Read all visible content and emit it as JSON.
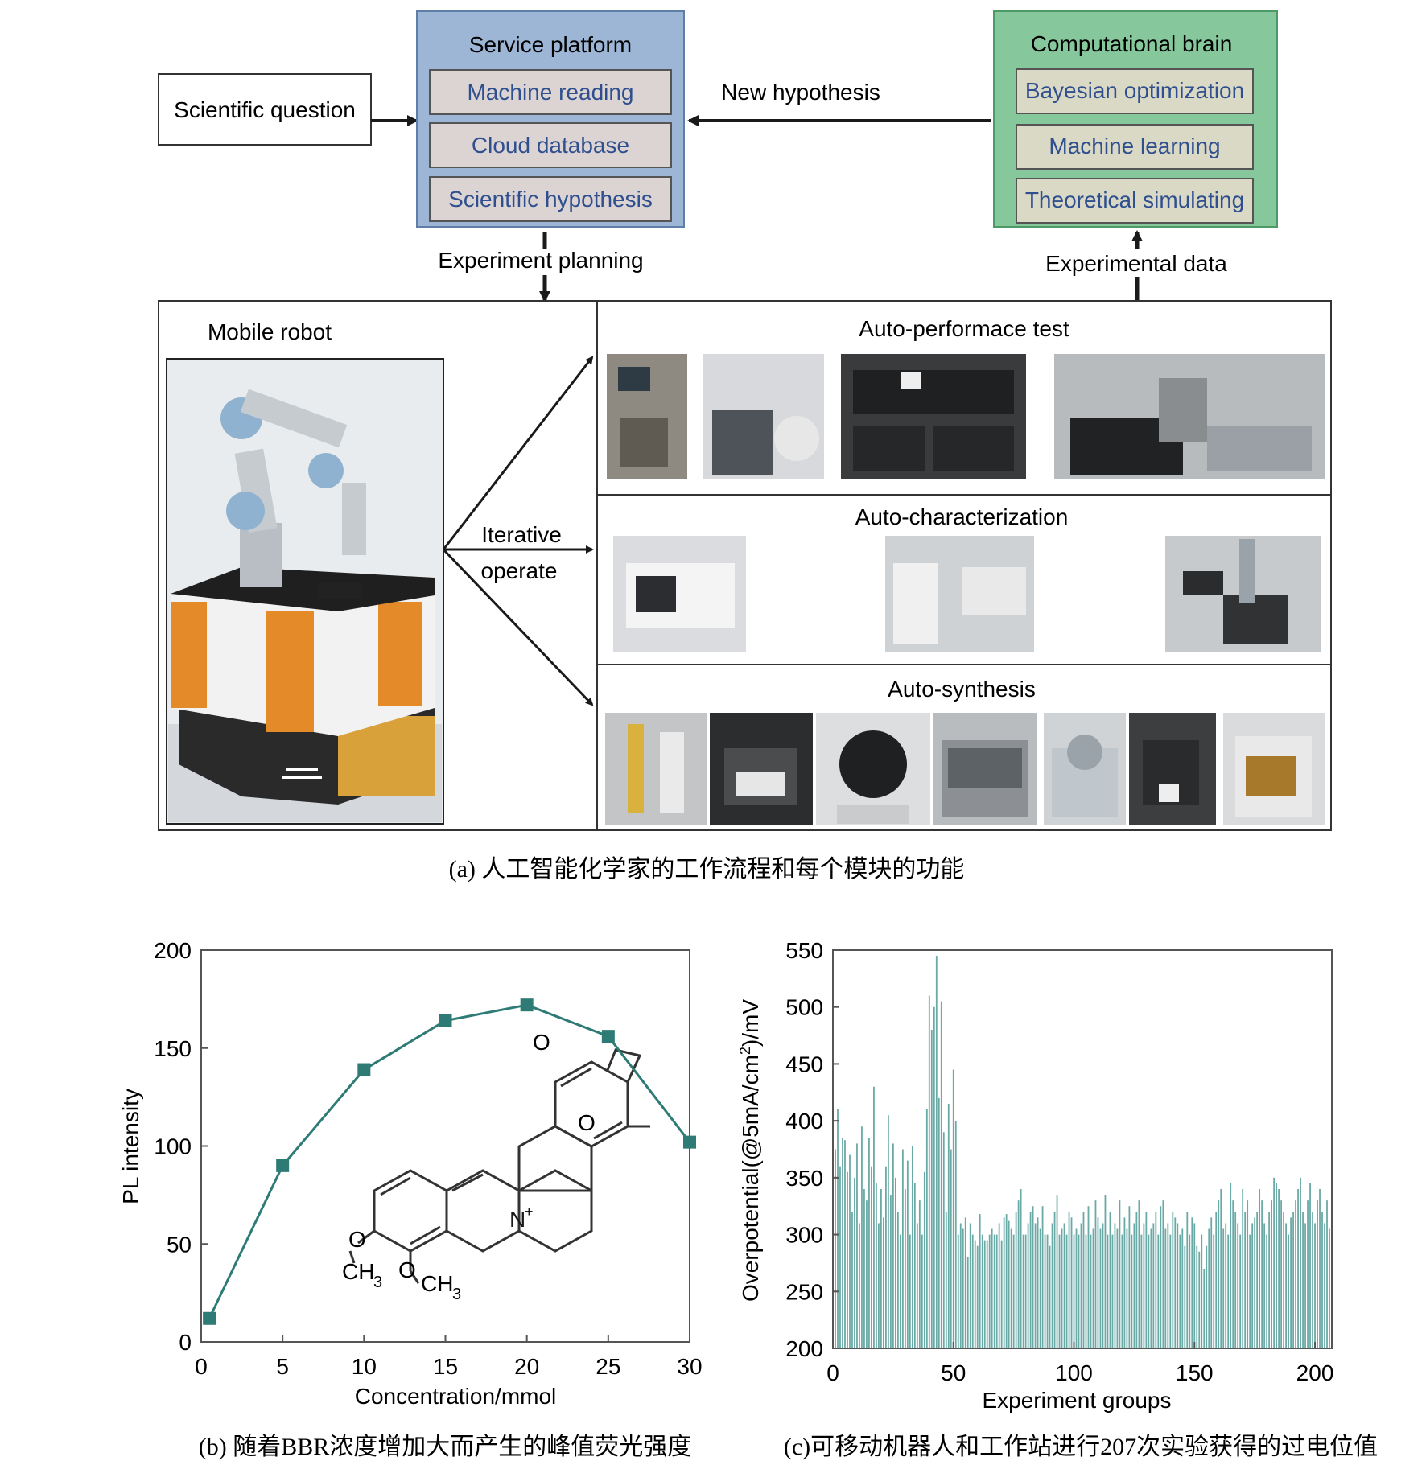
{
  "panel_a": {
    "scientific_question": "Scientific question",
    "service_platform": {
      "title": "Service platform",
      "items": [
        "Machine reading",
        "Cloud database",
        "Scientific hypothesis"
      ],
      "bg": "#9db6d6",
      "item_bg": "#dcd3d3",
      "item_text": "#2f4f8f"
    },
    "computational_brain": {
      "title": "Computational brain",
      "items": [
        "Bayesian optimization",
        "Machine learning",
        "Theoretical simulating"
      ],
      "bg": "#86c79c",
      "item_bg": "#dad9c6",
      "item_text": "#2f4f8f"
    },
    "new_hypothesis": "New hypothesis",
    "experiment_planning": "Experiment planning",
    "experimental_data": "Experimental data",
    "mobile_robot": "Mobile robot",
    "iterative": "Iterative",
    "operate": "operate",
    "auto_performance": "Auto-performace test",
    "auto_characterization": "Auto-characterization",
    "auto_synthesis": "Auto-synthesis",
    "caption": "(a) 人工智能化学家的工作流程和每个模块的功能"
  },
  "panel_b": {
    "caption": "(b) 随着BBR浓度增加大而产生的峰值荧光强度"
  },
  "panel_c": {
    "caption": "(c)可移动机器人和工作站进行207次实验获得的过电位值"
  },
  "chart_data": [
    {
      "type": "line",
      "xlabel": "Concentration/mmol",
      "ylabel": "PL intensity",
      "xlim": [
        0,
        30
      ],
      "ylim": [
        0,
        200
      ],
      "xticks": [
        0,
        5,
        10,
        15,
        20,
        25,
        30
      ],
      "yticks": [
        0,
        50,
        100,
        150,
        200
      ],
      "x": [
        0.5,
        5,
        10,
        15,
        20,
        25,
        30
      ],
      "y": [
        12,
        90,
        139,
        164,
        172,
        156,
        102
      ],
      "marker": "square",
      "color": "#2e7b76",
      "grid": false,
      "annotations": {
        "methoxy_1": "O",
        "methyl_1": "CH",
        "methyl_1_sub": "3",
        "methoxy_2": "O",
        "methyl_2": "CH",
        "methyl_2_sub": "3",
        "nitrogen": "N",
        "nitrogen_charge": "+",
        "dioxole_o1": "O",
        "dioxole_o2": "O"
      }
    },
    {
      "type": "bar",
      "xlabel": "Experiment groups",
      "ylabel_main": "Overpotential(@5mA/cm",
      "ylabel_sup": "2",
      "ylabel_tail": ")/mV",
      "xlim": [
        0,
        207
      ],
      "ylim": [
        200,
        550
      ],
      "xticks": [
        0,
        50,
        100,
        150,
        200
      ],
      "yticks": [
        200,
        250,
        300,
        350,
        400,
        450,
        500,
        550
      ],
      "color": "#6aaaa6",
      "grid": false,
      "x": [
        1,
        2,
        3,
        4,
        5,
        6,
        7,
        8,
        9,
        10,
        11,
        12,
        13,
        14,
        15,
        16,
        17,
        18,
        19,
        20,
        21,
        22,
        23,
        24,
        25,
        26,
        27,
        28,
        29,
        30,
        31,
        32,
        33,
        34,
        35,
        36,
        37,
        38,
        39,
        40,
        41,
        42,
        43,
        44,
        45,
        46,
        47,
        48,
        49,
        50,
        51,
        52,
        53,
        54,
        55,
        56,
        57,
        58,
        59,
        60,
        61,
        62,
        63,
        64,
        65,
        66,
        67,
        68,
        69,
        70,
        71,
        72,
        73,
        74,
        75,
        76,
        77,
        78,
        79,
        80,
        81,
        82,
        83,
        84,
        85,
        86,
        87,
        88,
        89,
        90,
        91,
        92,
        93,
        94,
        95,
        96,
        97,
        98,
        99,
        100,
        101,
        102,
        103,
        104,
        105,
        106,
        107,
        108,
        109,
        110,
        111,
        112,
        113,
        114,
        115,
        116,
        117,
        118,
        119,
        120,
        121,
        122,
        123,
        124,
        125,
        126,
        127,
        128,
        129,
        130,
        131,
        132,
        133,
        134,
        135,
        136,
        137,
        138,
        139,
        140,
        141,
        142,
        143,
        144,
        145,
        146,
        147,
        148,
        149,
        150,
        151,
        152,
        153,
        154,
        155,
        156,
        157,
        158,
        159,
        160,
        161,
        162,
        163,
        164,
        165,
        166,
        167,
        168,
        169,
        170,
        171,
        172,
        173,
        174,
        175,
        176,
        177,
        178,
        179,
        180,
        181,
        182,
        183,
        184,
        185,
        186,
        187,
        188,
        189,
        190,
        191,
        192,
        193,
        194,
        195,
        196,
        197,
        198,
        199,
        200,
        201,
        202,
        203,
        204,
        205,
        206,
        207
      ],
      "values": [
        375,
        410,
        360,
        385,
        383,
        355,
        370,
        320,
        350,
        380,
        310,
        395,
        340,
        330,
        385,
        360,
        430,
        345,
        310,
        340,
        315,
        360,
        405,
        335,
        380,
        350,
        320,
        300,
        375,
        340,
        365,
        300,
        378,
        345,
        310,
        330,
        300,
        355,
        410,
        510,
        480,
        500,
        545,
        420,
        505,
        390,
        320,
        415,
        375,
        445,
        400,
        300,
        310,
        305,
        315,
        280,
        310,
        300,
        295,
        290,
        318,
        300,
        295,
        295,
        300,
        305,
        300,
        300,
        310,
        295,
        315,
        318,
        312,
        305,
        300,
        320,
        330,
        340,
        300,
        300,
        310,
        320,
        325,
        310,
        315,
        305,
        325,
        300,
        300,
        290,
        310,
        320,
        335,
        300,
        305,
        310,
        300,
        320,
        315,
        300,
        305,
        300,
        310,
        320,
        300,
        325,
        300,
        305,
        330,
        315,
        305,
        310,
        335,
        300,
        320,
        300,
        310,
        305,
        330,
        300,
        315,
        305,
        325,
        300,
        310,
        320,
        330,
        300,
        310,
        320,
        300,
        305,
        310,
        320,
        300,
        325,
        330,
        305,
        310,
        300,
        320,
        315,
        310,
        300,
        305,
        290,
        320,
        300,
        315,
        310,
        290,
        285,
        300,
        270,
        290,
        305,
        315,
        300,
        320,
        330,
        340,
        305,
        310,
        300,
        345,
        330,
        320,
        310,
        300,
        340,
        320,
        330,
        300,
        310,
        315,
        320,
        340,
        330,
        310,
        300,
        320,
        330,
        350,
        345,
        340,
        330,
        320,
        310,
        300,
        315,
        320,
        330,
        340,
        350,
        320,
        310,
        330,
        345,
        320,
        310,
        330,
        340,
        320,
        310,
        330,
        305,
        335
      ]
    }
  ]
}
